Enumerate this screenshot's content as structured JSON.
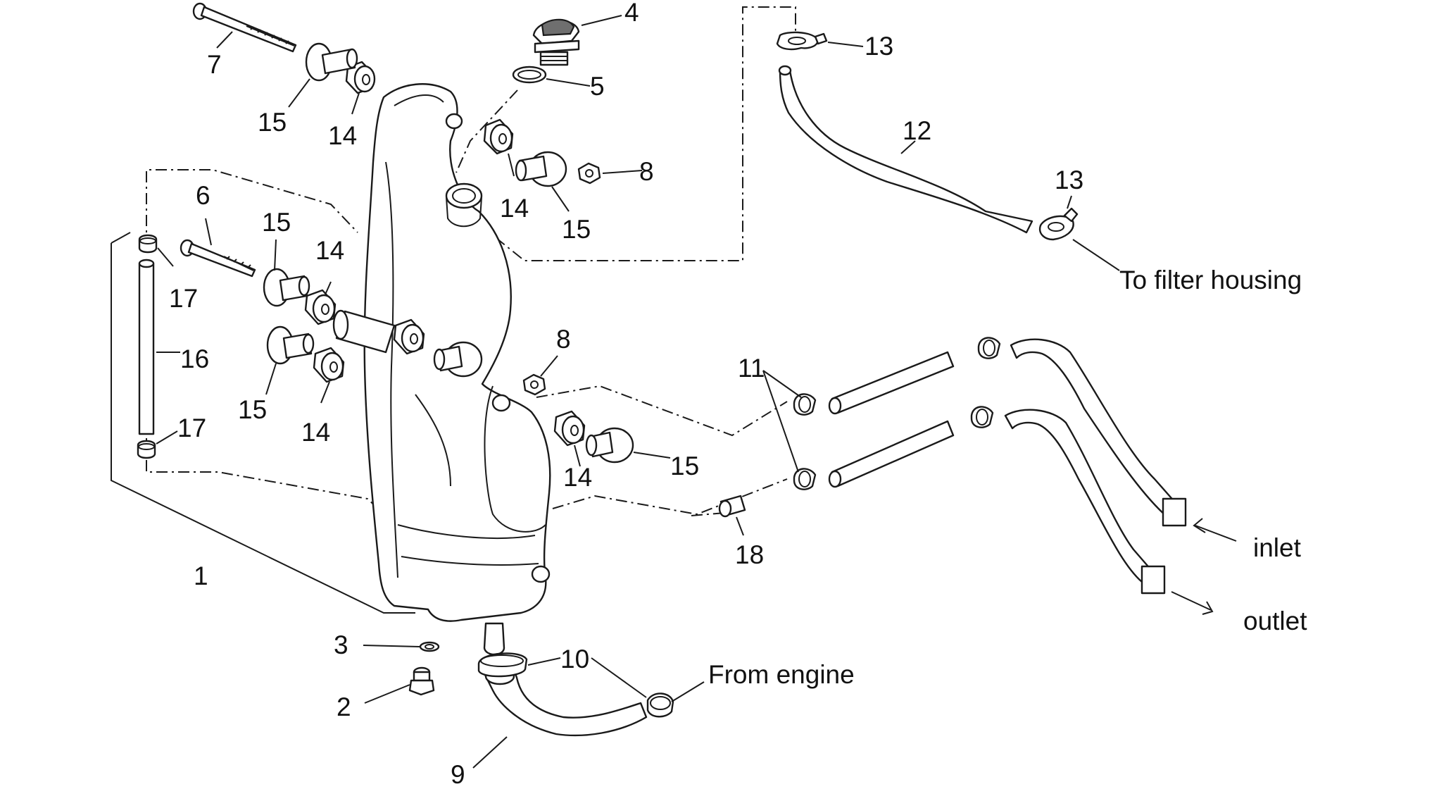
{
  "callouts": {
    "c1": "1",
    "c2": "2",
    "c3": "3",
    "c4": "4",
    "c5": "5",
    "c6": "6",
    "c7": "7",
    "c8a": "8",
    "c8b": "8",
    "c9": "9",
    "c10": "10",
    "c11": "11",
    "c12": "12",
    "c13a": "13",
    "c13b": "13",
    "c14a": "14",
    "c14b": "14",
    "c14c": "14",
    "c14d": "14",
    "c14e": "14",
    "c15a": "15",
    "c15b": "15",
    "c15c": "15",
    "c15d": "15",
    "c15e": "15",
    "c16": "16",
    "c17a": "17",
    "c17b": "17",
    "c18": "18"
  },
  "notes": {
    "to_filter": "To filter housing",
    "inlet": "inlet",
    "outlet": "outlet",
    "from_engine": "From engine"
  }
}
